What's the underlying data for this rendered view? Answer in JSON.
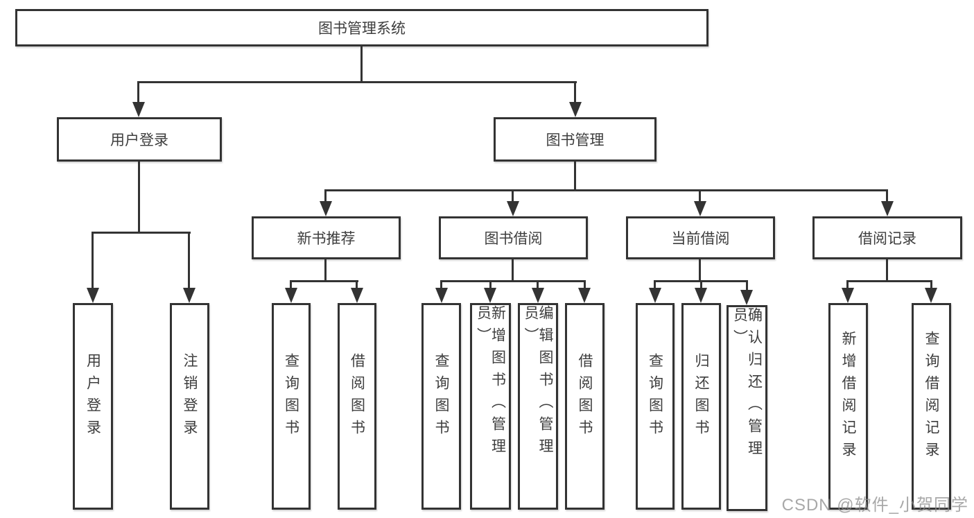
{
  "diagram": {
    "root": {
      "label": "图书管理系统"
    },
    "level2": {
      "user_login": {
        "label": "用户登录"
      },
      "book_mgmt": {
        "label": "图书管理"
      }
    },
    "level3": {
      "new_books": {
        "label": "新书推荐"
      },
      "borrow": {
        "label": "图书借阅"
      },
      "current": {
        "label": "当前借阅"
      },
      "records": {
        "label": "借阅记录"
      }
    },
    "leaves": {
      "user_login": [
        {
          "label": "用户登录"
        },
        {
          "label": "注销登录"
        }
      ],
      "new_books": [
        {
          "label": "查询图书"
        },
        {
          "label": "借阅图书"
        }
      ],
      "borrow": [
        {
          "label": "查询图书"
        },
        {
          "label": "新增图书（管理员）"
        },
        {
          "label": "编辑图书（管理员）"
        },
        {
          "label": "借阅图书"
        }
      ],
      "current": [
        {
          "label": "查询图书"
        },
        {
          "label": "归还图书"
        },
        {
          "label": "确认归还（管理员）"
        }
      ],
      "records": [
        {
          "label": "新增借阅记录"
        },
        {
          "label": "查询借阅记录"
        }
      ]
    },
    "watermark": "CSDN @软件_小贺同学",
    "colors": {
      "line": "#333333",
      "text": "#3d3d3d",
      "background": "#ffffff",
      "watermark": "#8c8c8c"
    }
  }
}
